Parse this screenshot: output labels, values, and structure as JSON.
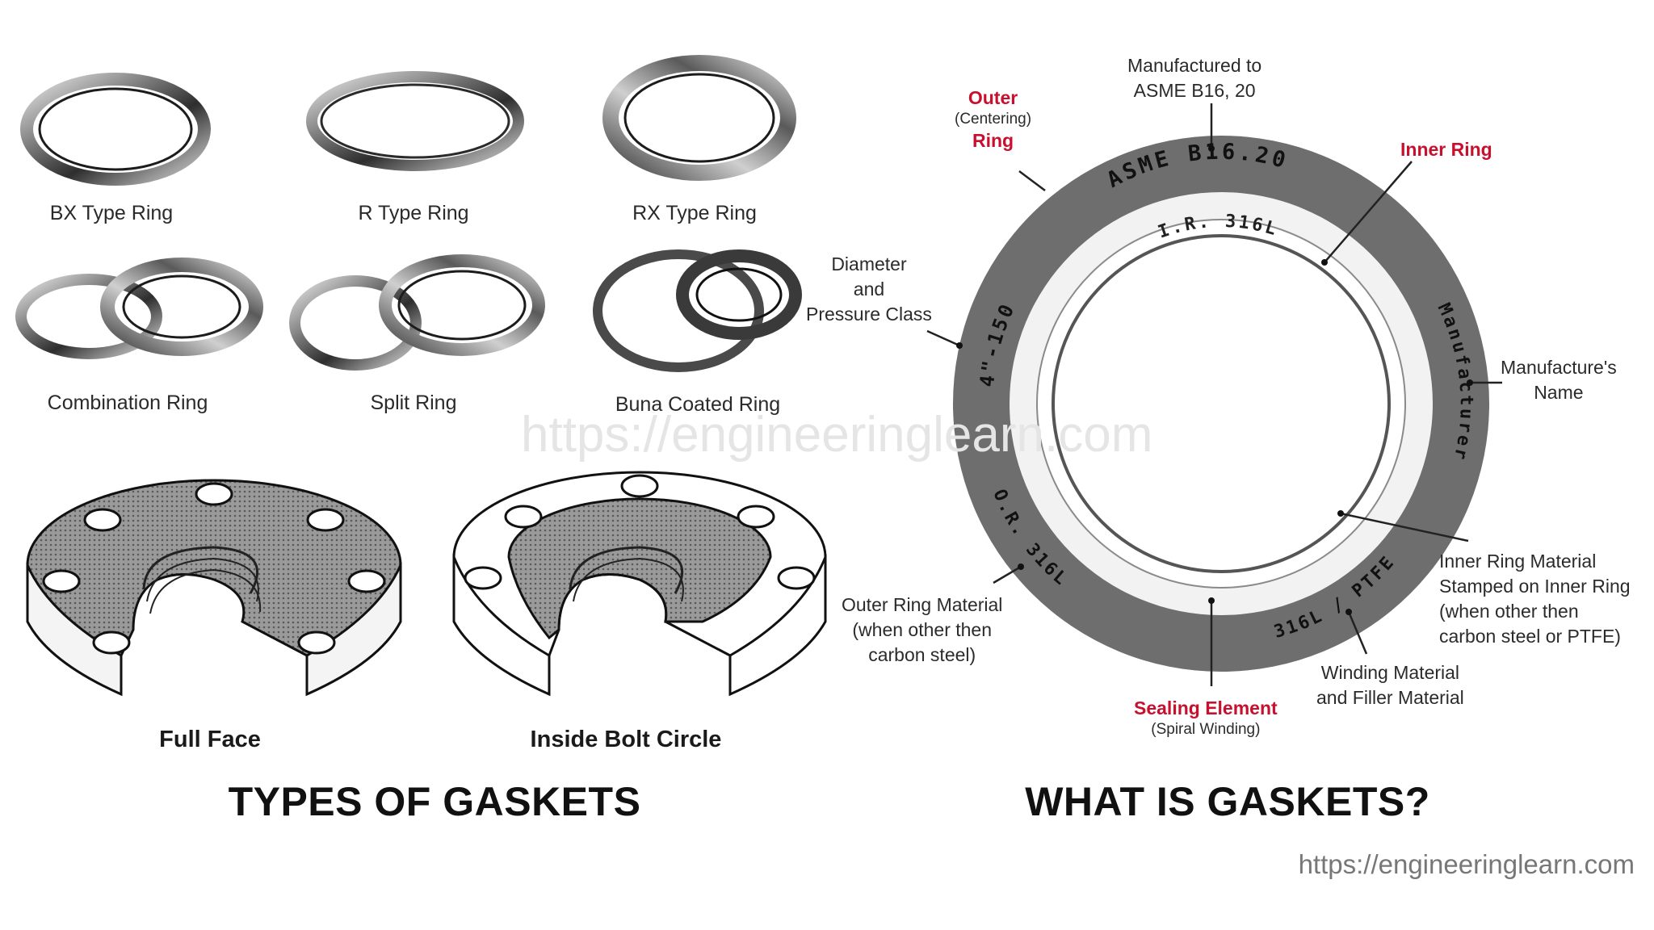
{
  "watermark": "https://engineeringlearn.com",
  "footer_url": "https://engineeringlearn.com",
  "types_section": {
    "title": "TYPES OF GASKETS",
    "rings": [
      {
        "label": "BX Type Ring"
      },
      {
        "label": "R Type Ring"
      },
      {
        "label": "RX Type Ring"
      },
      {
        "label": "Combination Ring"
      },
      {
        "label": "Split Ring"
      },
      {
        "label": "Buna Coated Ring"
      }
    ],
    "flanges": [
      {
        "label": "Full Face"
      },
      {
        "label": "Inside Bolt Circle"
      }
    ]
  },
  "what_section": {
    "title": "WHAT IS GASKETS?",
    "ring_text": {
      "top": "ASME B16.20",
      "inner": "I.R. 316L",
      "left": "4\"-150",
      "right": "Manufacturer",
      "bottom_left": "O.R. 316L",
      "bottom_right": "316L / PTFE"
    },
    "annotations": {
      "manufactured_1": "Manufactured to",
      "manufactured_2": "ASME B16, 20",
      "outer_1": "Outer",
      "outer_2": "(Centering)",
      "outer_3": "Ring",
      "inner_ring": "Inner Ring",
      "diameter_1": "Diameter",
      "diameter_2": "and",
      "diameter_3": "Pressure Class",
      "manufacture_name_1": "Manufacture's",
      "manufacture_name_2": "Name",
      "inner_material_1": "Inner Ring Material",
      "inner_material_2": "Stamped on Inner Ring",
      "inner_material_3": "(when other then",
      "inner_material_4": "carbon steel or PTFE)",
      "outer_material_1": "Outer Ring Material",
      "outer_material_2": "(when other then",
      "outer_material_3": "carbon steel)",
      "winding_1": "Winding Material",
      "winding_2": "and Filler Material",
      "sealing_1": "Sealing Element",
      "sealing_2": "(Spiral Winding)"
    }
  },
  "colors": {
    "annotation_red": "#c8102e",
    "outer_ring": "#6e6e6e",
    "inner_ring": "#f2f2f2",
    "gasket_fill": "#8a8a8a"
  }
}
